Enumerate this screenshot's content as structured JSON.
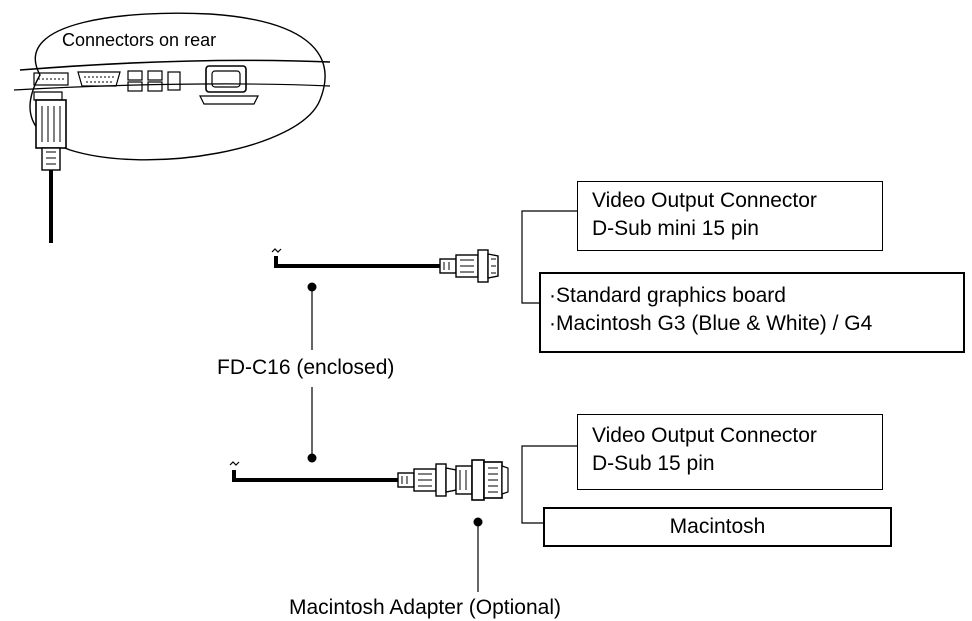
{
  "inset": {
    "label": "Connectors on rear"
  },
  "cable": {
    "label": "FD-C16 (enclosed)"
  },
  "output_standard": {
    "title_line1": "Video Output Connector",
    "title_line2": "D-Sub mini 15 pin",
    "targets": [
      "·Standard graphics board",
      "·Macintosh G3 (Blue & White) / G4"
    ]
  },
  "output_mac": {
    "title_line1": "Video Output Connector",
    "title_line2": "D-Sub 15 pin",
    "target": "Macintosh"
  },
  "adapter": {
    "label": "Macintosh Adapter (Optional)"
  },
  "icons": [
    "monitor-rear-ports-illustration",
    "dsub-connector-icon",
    "macintosh-adapter-icon",
    "cable-break-icon"
  ]
}
